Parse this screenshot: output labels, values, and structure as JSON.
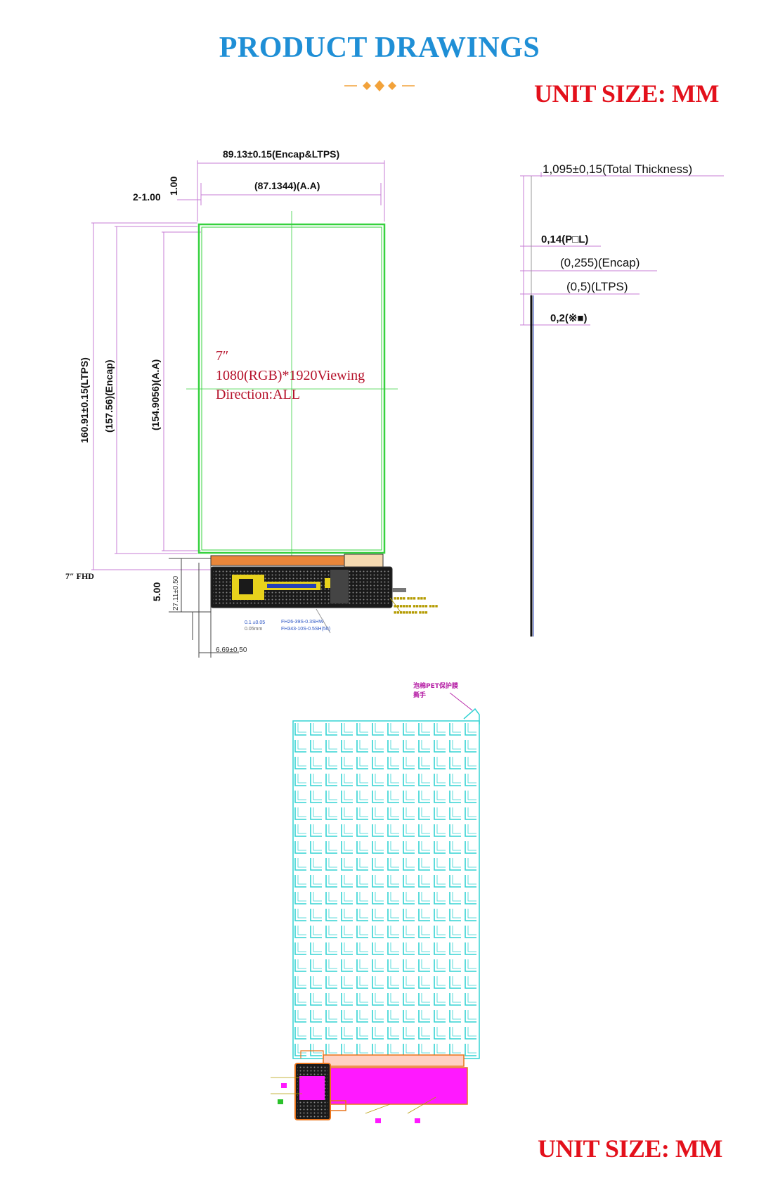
{
  "header": {
    "title": "PRODUCT DRAWINGS",
    "unit_size_top": "UNIT SIZE: MM",
    "unit_size_bottom": "UNIT SIZE: MM"
  },
  "front_view": {
    "width_outer": "89.13±0.15(Encap&LTPS)",
    "width_aa": "(87.1344)(A.A)",
    "offset_left": "2-1.00",
    "offset_top": "1.00",
    "height_ltps": "160.91±0.15(LTPS)",
    "height_encap": "(157.56)(Encap)",
    "height_aa": "(154.9056)(A.A)",
    "size_label": "7″",
    "resolution_label": "1080(RGB)*1920Viewing",
    "direction_label": "Direction:ALL",
    "model_label": "7″ FHD",
    "fpc_height": "5.00",
    "fpc_length": "27.11±0.50",
    "fpc_width": "6.69±0.50",
    "callout_1": "0.1 ±0.05",
    "callout_2": "0.05mm",
    "callout_3": "FH26-39S-0.3SHW",
    "callout_4": "FH343-10S-0.5SH(50)"
  },
  "side_view": {
    "total_thickness": "1,095±0,15(Total Thickness)",
    "pol": "0,14(P□L)",
    "encap": "(0,255)(Encap)",
    "ltps": "(0,5)(LTPS)",
    "bottom": "0,2(※■)"
  },
  "back_view": {
    "film_label_1": "泡棉PET保护膜",
    "film_label_2": "撕手"
  },
  "colors": {
    "title": "#1f8fd6",
    "unit": "#e3101b",
    "outline_green": "#36d13e",
    "dimension_purple": "#c77dd6",
    "grid_cyan": "#33d3d3",
    "fpc_magenta": "#ff19ff",
    "fpc_orange": "#e8741c"
  }
}
